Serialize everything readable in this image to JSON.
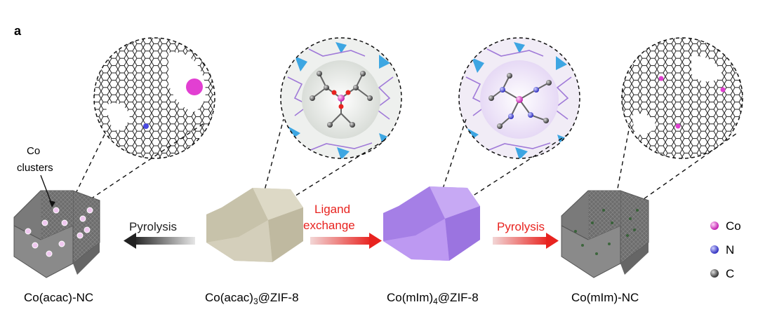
{
  "panel_label": "a",
  "annotation": {
    "line1": "Co",
    "line2": "clusters"
  },
  "steps": [
    {
      "id": "pyrolysis-left",
      "line1": "Pyrolysis",
      "line2": "",
      "color": "#222222"
    },
    {
      "id": "ligand-exchange",
      "line1": "Ligand",
      "line2": "exchange",
      "color": "#e8231f"
    },
    {
      "id": "pyrolysis-right",
      "line1": "Pyrolysis",
      "line2": "",
      "color": "#e8231f"
    }
  ],
  "materials": [
    {
      "id": "co-acac-nc",
      "name": "Co(acac)-NC",
      "sub": "",
      "suffix": ""
    },
    {
      "id": "co-acac3-zif8",
      "name": "Co(acac)",
      "sub": "3",
      "suffix": "@ZIF-8"
    },
    {
      "id": "co-mim4-zif8",
      "name": "Co(mIm)",
      "sub": "4",
      "suffix": "@ZIF-8"
    },
    {
      "id": "co-mim-nc",
      "name": "Co(mIm)-NC",
      "sub": "",
      "suffix": ""
    }
  ],
  "legend": [
    {
      "label": "Co",
      "color": "#e040d0"
    },
    {
      "label": "N",
      "color": "#4a4ae0"
    },
    {
      "label": "C",
      "color": "#555555"
    }
  ],
  "colors": {
    "zif_acac": "#cfcab4",
    "zif_mim": "#b58ff0",
    "carbon": "#6a6a6a",
    "arrow_red": "#e8231f",
    "cobalt": "#e040d0",
    "nitrogen": "#4a4ae0",
    "framework_blue": "#2a9ee0",
    "framework_purple": "#a07ad8"
  }
}
